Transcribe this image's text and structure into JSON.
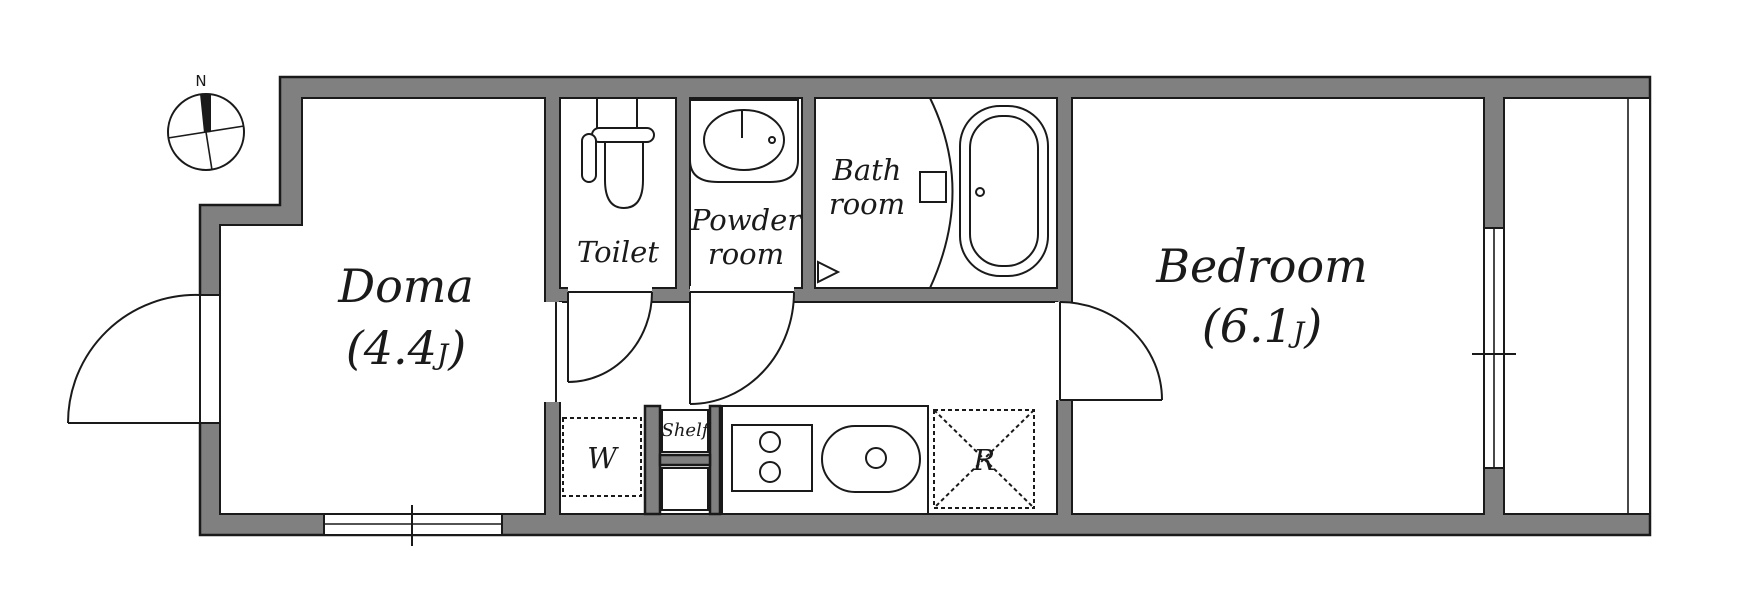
{
  "compass": {
    "north": "N"
  },
  "rooms": {
    "doma": {
      "name": "Doma",
      "size": "(4.4",
      "unit": "J",
      "close": ")"
    },
    "bedroom": {
      "name": "Bedroom",
      "size": "(6.1",
      "unit": "J",
      "close": ")"
    },
    "toilet": {
      "name": "Toilet"
    },
    "powder": {
      "line1": "Powder",
      "line2": "room"
    },
    "bath": {
      "line1": "Bath",
      "line2": "room"
    }
  },
  "fixtures": {
    "washer": "W",
    "shelf": "Shelf",
    "fridge": "R"
  },
  "colors": {
    "wall": "#808080",
    "line": "#1a1a1a",
    "background": "#ffffff"
  }
}
